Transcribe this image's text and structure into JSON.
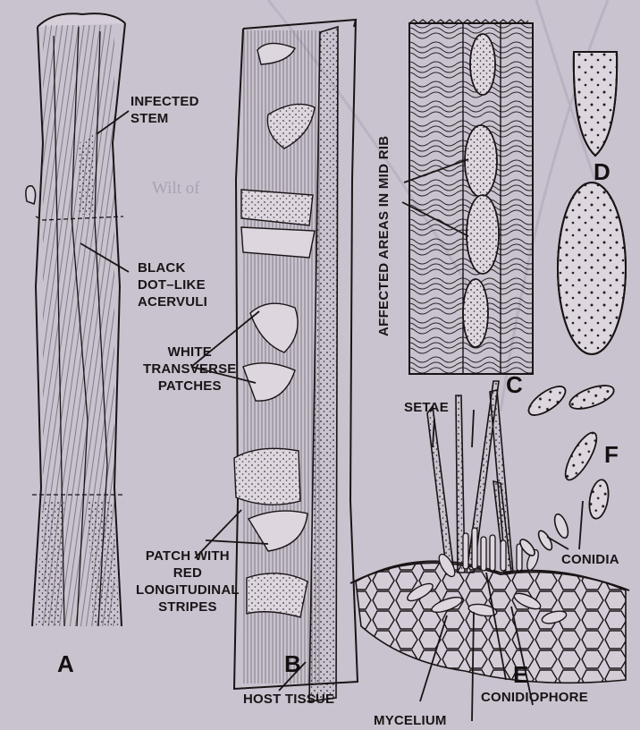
{
  "labels": {
    "infected_stem": [
      "INFECTED",
      "STEM"
    ],
    "acervuli": [
      "BLACK",
      "DOT–LIKE",
      "ACERVULI"
    ],
    "white_patches": [
      "WHITE",
      "TRANSVERSE",
      "PATCHES"
    ],
    "red_patch": [
      "PATCH WITH",
      "RED",
      "LONGITUDINAL",
      "STRIPES"
    ],
    "mid_rib": "AFFECTED AREAS IN MID RIB",
    "setae": "SETAE",
    "conidia": "CONIDIA",
    "host_tissue": "HOST TISSUE",
    "conidiophore": "CONIDIOPHORE",
    "mycelium": "MYCELIUM"
  },
  "panels": {
    "a": "A",
    "b": "B",
    "c": "C",
    "d": "D",
    "e": "E",
    "f": "F"
  },
  "colors": {
    "background": "#c9c2cf",
    "ink": "#1a1416"
  }
}
